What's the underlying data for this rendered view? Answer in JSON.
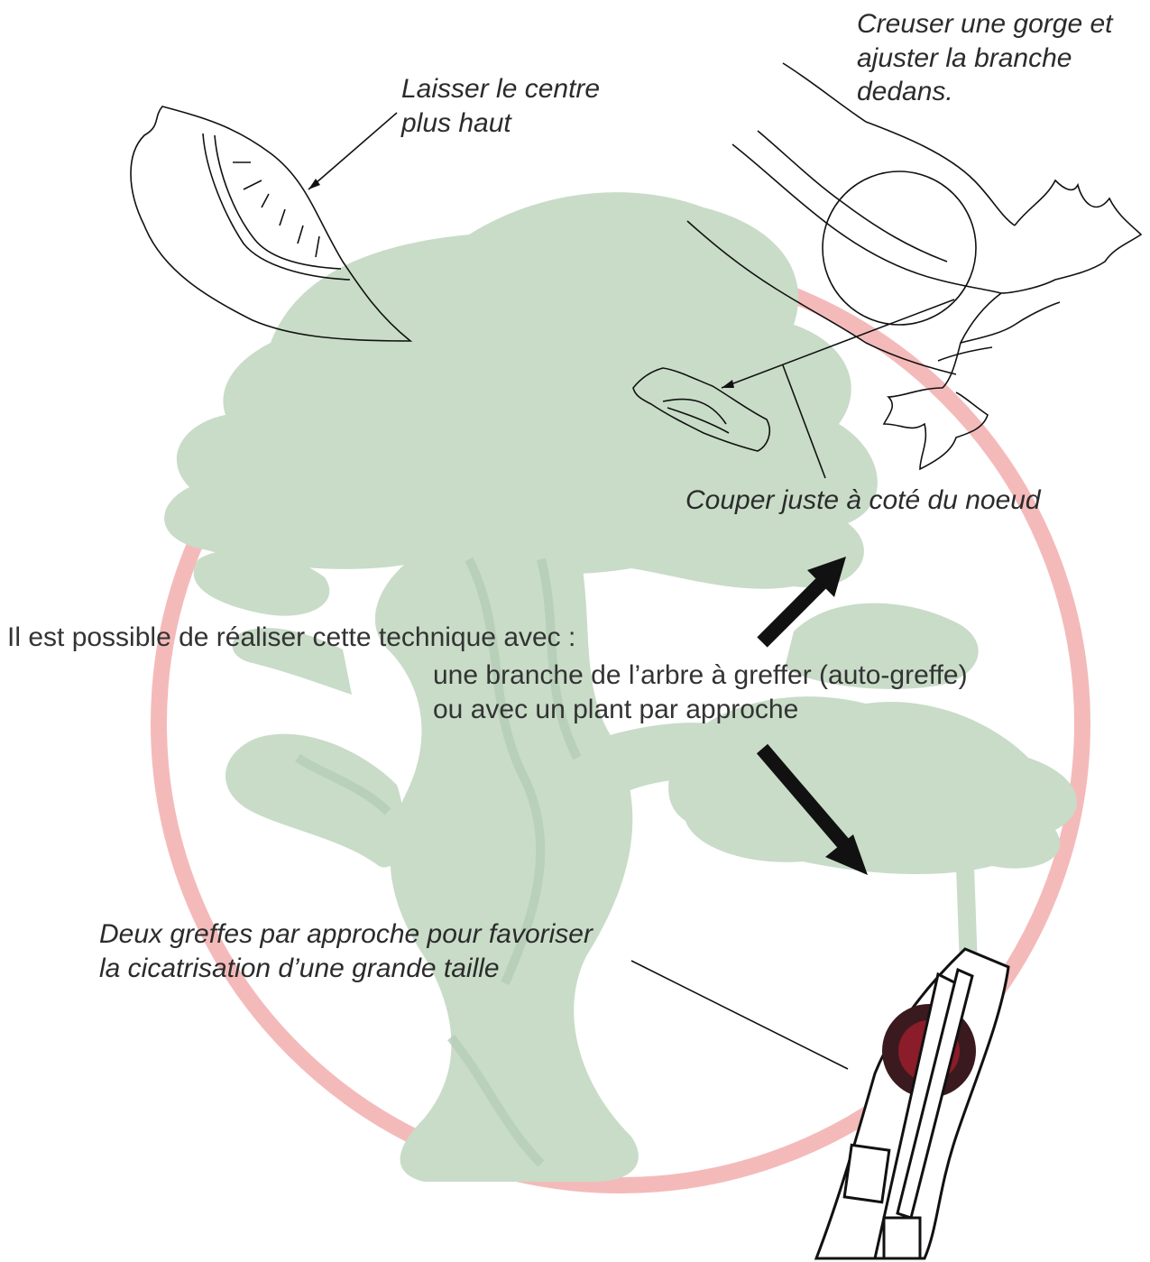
{
  "annotations": {
    "center_higher": [
      "Laisser le centre",
      "plus haut"
    ],
    "groove_branch": [
      "Creuser une gorge et",
      "ajuster la branche",
      "dedans."
    ],
    "cut_next_node": "Couper juste à coté du noeud",
    "technique_intro": "Il est possible de réaliser cette technique avec :",
    "technique_options": [
      "une branche de l’arbre à greffer (auto-greffe)",
      "ou avec un plant par approche"
    ],
    "two_grafts": [
      "Deux greffes par approche pour favoriser",
      "la cicatrisation d’une grande taille"
    ]
  },
  "colors": {
    "watermark_tree": "#c8dcc8",
    "watermark_tree_dark": "#b5cdb6",
    "watermark_circle": "#f3b3b3",
    "sketch_line": "#111111",
    "arrow": "#111111",
    "graft_red": "#8b1c2a"
  },
  "icons": {
    "background": "bonsai-tree-watermark",
    "arrows": "thick-arrow-icon"
  }
}
